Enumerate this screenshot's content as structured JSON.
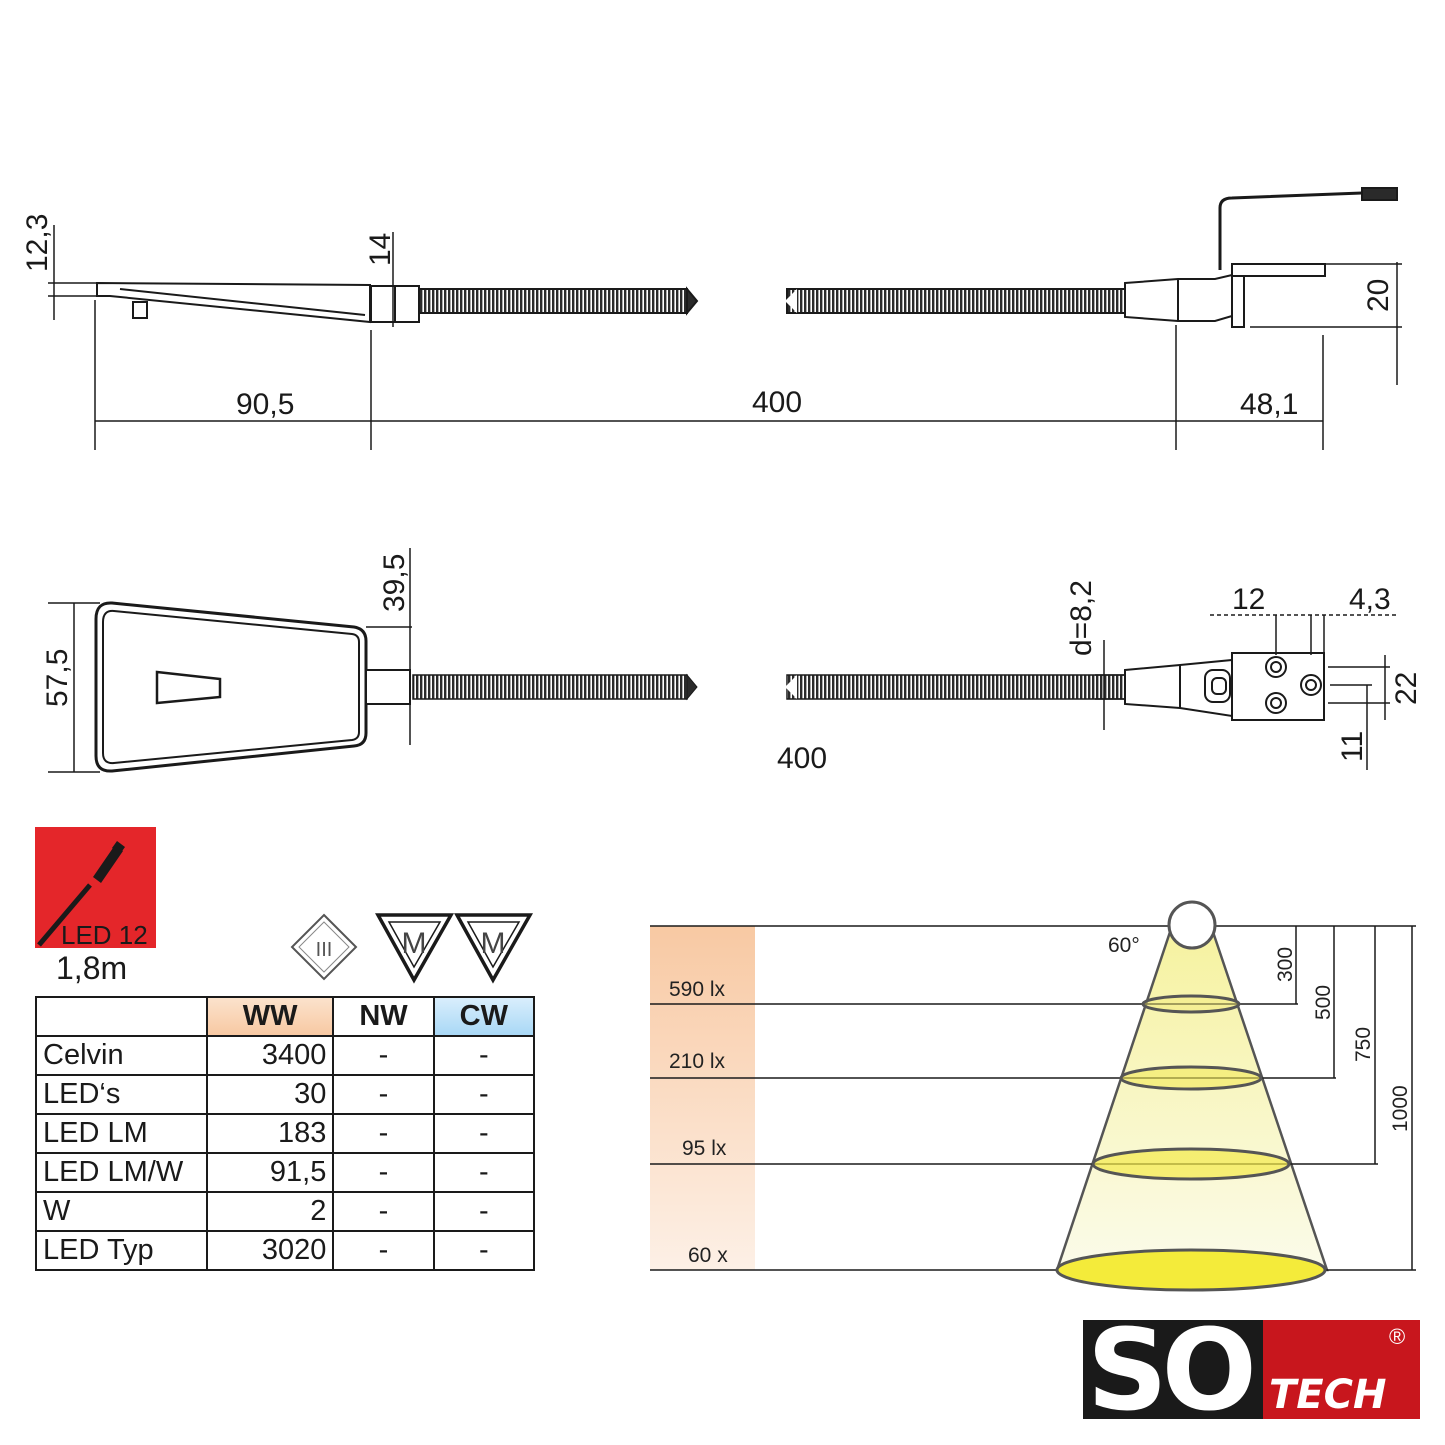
{
  "dimensions": {
    "side_height": "12,3",
    "neck_height": "14",
    "head_length": "90,5",
    "arm_length": "400",
    "base_length": "48,1",
    "base_height": "20",
    "head_width": "57,5",
    "neck_width": "39,5",
    "arm_diameter": "d=8,2",
    "arm_length_top": "400",
    "hole_spacing": "12",
    "edge_offset": "4,3",
    "base_width": "22",
    "hole_offset": "11"
  },
  "badge": {
    "led_label": "LED 12",
    "cable_length": "1,8m",
    "color": "#e4262a"
  },
  "symbols": {
    "protection_class": "III",
    "furniture_mark_1": "M",
    "furniture_mark_2": "M"
  },
  "spec_table": {
    "headers": [
      "",
      "WW",
      "NW",
      "CW"
    ],
    "rows": [
      {
        "label": "Celvin",
        "ww": "3400",
        "nw": "-",
        "cw": "-"
      },
      {
        "label": "LED‘s",
        "ww": "30",
        "nw": "-",
        "cw": "-"
      },
      {
        "label": "LED LM",
        "ww": "183",
        "nw": "-",
        "cw": "-"
      },
      {
        "label": "LED LM/W",
        "ww": "91,5",
        "nw": "-",
        "cw": "-"
      },
      {
        "label": "W",
        "ww": "2",
        "nw": "-",
        "cw": "-"
      },
      {
        "label": "LED Typ",
        "ww": "3020",
        "nw": "-",
        "cw": "-"
      }
    ]
  },
  "light_diagram": {
    "beam_angle": "60°",
    "levels": [
      {
        "lux": "590 lx",
        "distance": "300"
      },
      {
        "lux": "210 lx",
        "distance": "500"
      },
      {
        "lux": "95 lx",
        "distance": "750"
      },
      {
        "lux": "60 x",
        "distance": "1000"
      }
    ],
    "cone_color": "#f4eb3a"
  },
  "logo": {
    "mark": "SO",
    "word": "TECH",
    "registered": "®"
  }
}
